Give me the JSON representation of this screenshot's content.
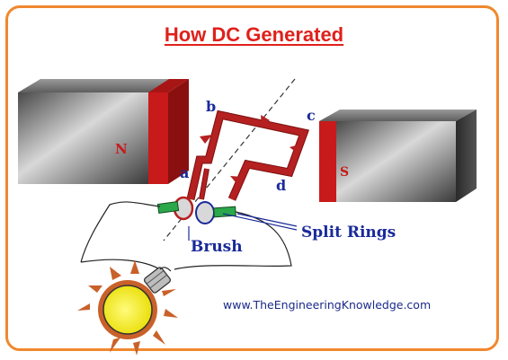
{
  "title": "How DC Generated",
  "website": "www.TheEngineeringKnowledge.com",
  "magnets": {
    "north_label": "N",
    "south_label": "S"
  },
  "coil_labels": {
    "a": "a",
    "b": "b",
    "c": "c",
    "d": "d"
  },
  "callouts": {
    "brush": "Brush",
    "split_rings": "Split Rings"
  },
  "colors": {
    "border": "#f0882e",
    "title": "#e0201b",
    "magnet_pole": "#c81a1a",
    "coil": "#b52020",
    "label_blue": "#1a2a9a",
    "brush_green": "#2aa84a",
    "bulb_yellow": "#f2ea1c",
    "bulb_rays": "#c9612a"
  }
}
